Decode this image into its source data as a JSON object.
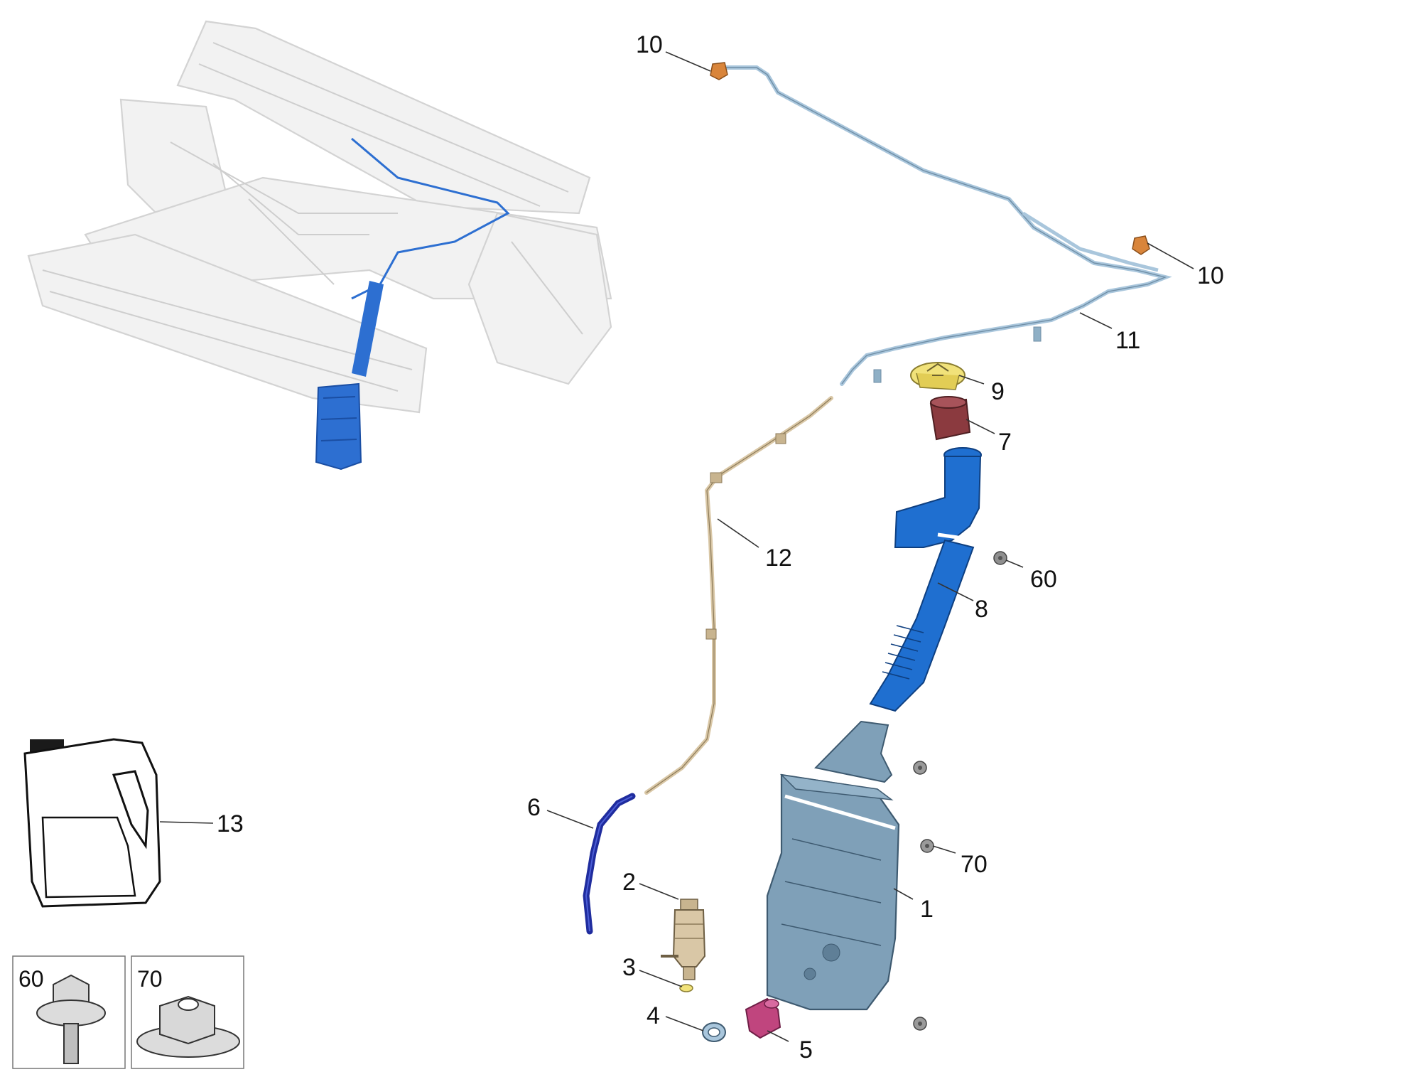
{
  "callouts": [
    {
      "id": "c10a",
      "text": "10"
    },
    {
      "id": "c10b",
      "text": "10"
    },
    {
      "id": "c11",
      "text": "11"
    },
    {
      "id": "c9",
      "text": "9"
    },
    {
      "id": "c7",
      "text": "7"
    },
    {
      "id": "c12",
      "text": "12"
    },
    {
      "id": "c60",
      "text": "60"
    },
    {
      "id": "c8",
      "text": "8"
    },
    {
      "id": "c6",
      "text": "6"
    },
    {
      "id": "c70",
      "text": "70"
    },
    {
      "id": "c2",
      "text": "2"
    },
    {
      "id": "c1",
      "text": "1"
    },
    {
      "id": "c3",
      "text": "3"
    },
    {
      "id": "c4",
      "text": "4"
    },
    {
      "id": "c5",
      "text": "5"
    },
    {
      "id": "c13",
      "text": "13"
    }
  ],
  "fastener_boxes": [
    {
      "id": "box60",
      "text": "60"
    },
    {
      "id": "box70",
      "text": "70"
    }
  ],
  "colors": {
    "tank_blue": "#7fa0b8",
    "filler_blue": "#1f6fd0",
    "pipe_lightblue": "#a9c6dc",
    "hose_tan": "#d9c7a6",
    "hose_navy": "#1f2c9e",
    "cap_yellow": "#f1e27a",
    "seal_maroon": "#8b3a3f",
    "grommet_pink": "#c0457e",
    "nozzle_orange": "#d9853b",
    "context_highlight": "#2d6fd1"
  }
}
